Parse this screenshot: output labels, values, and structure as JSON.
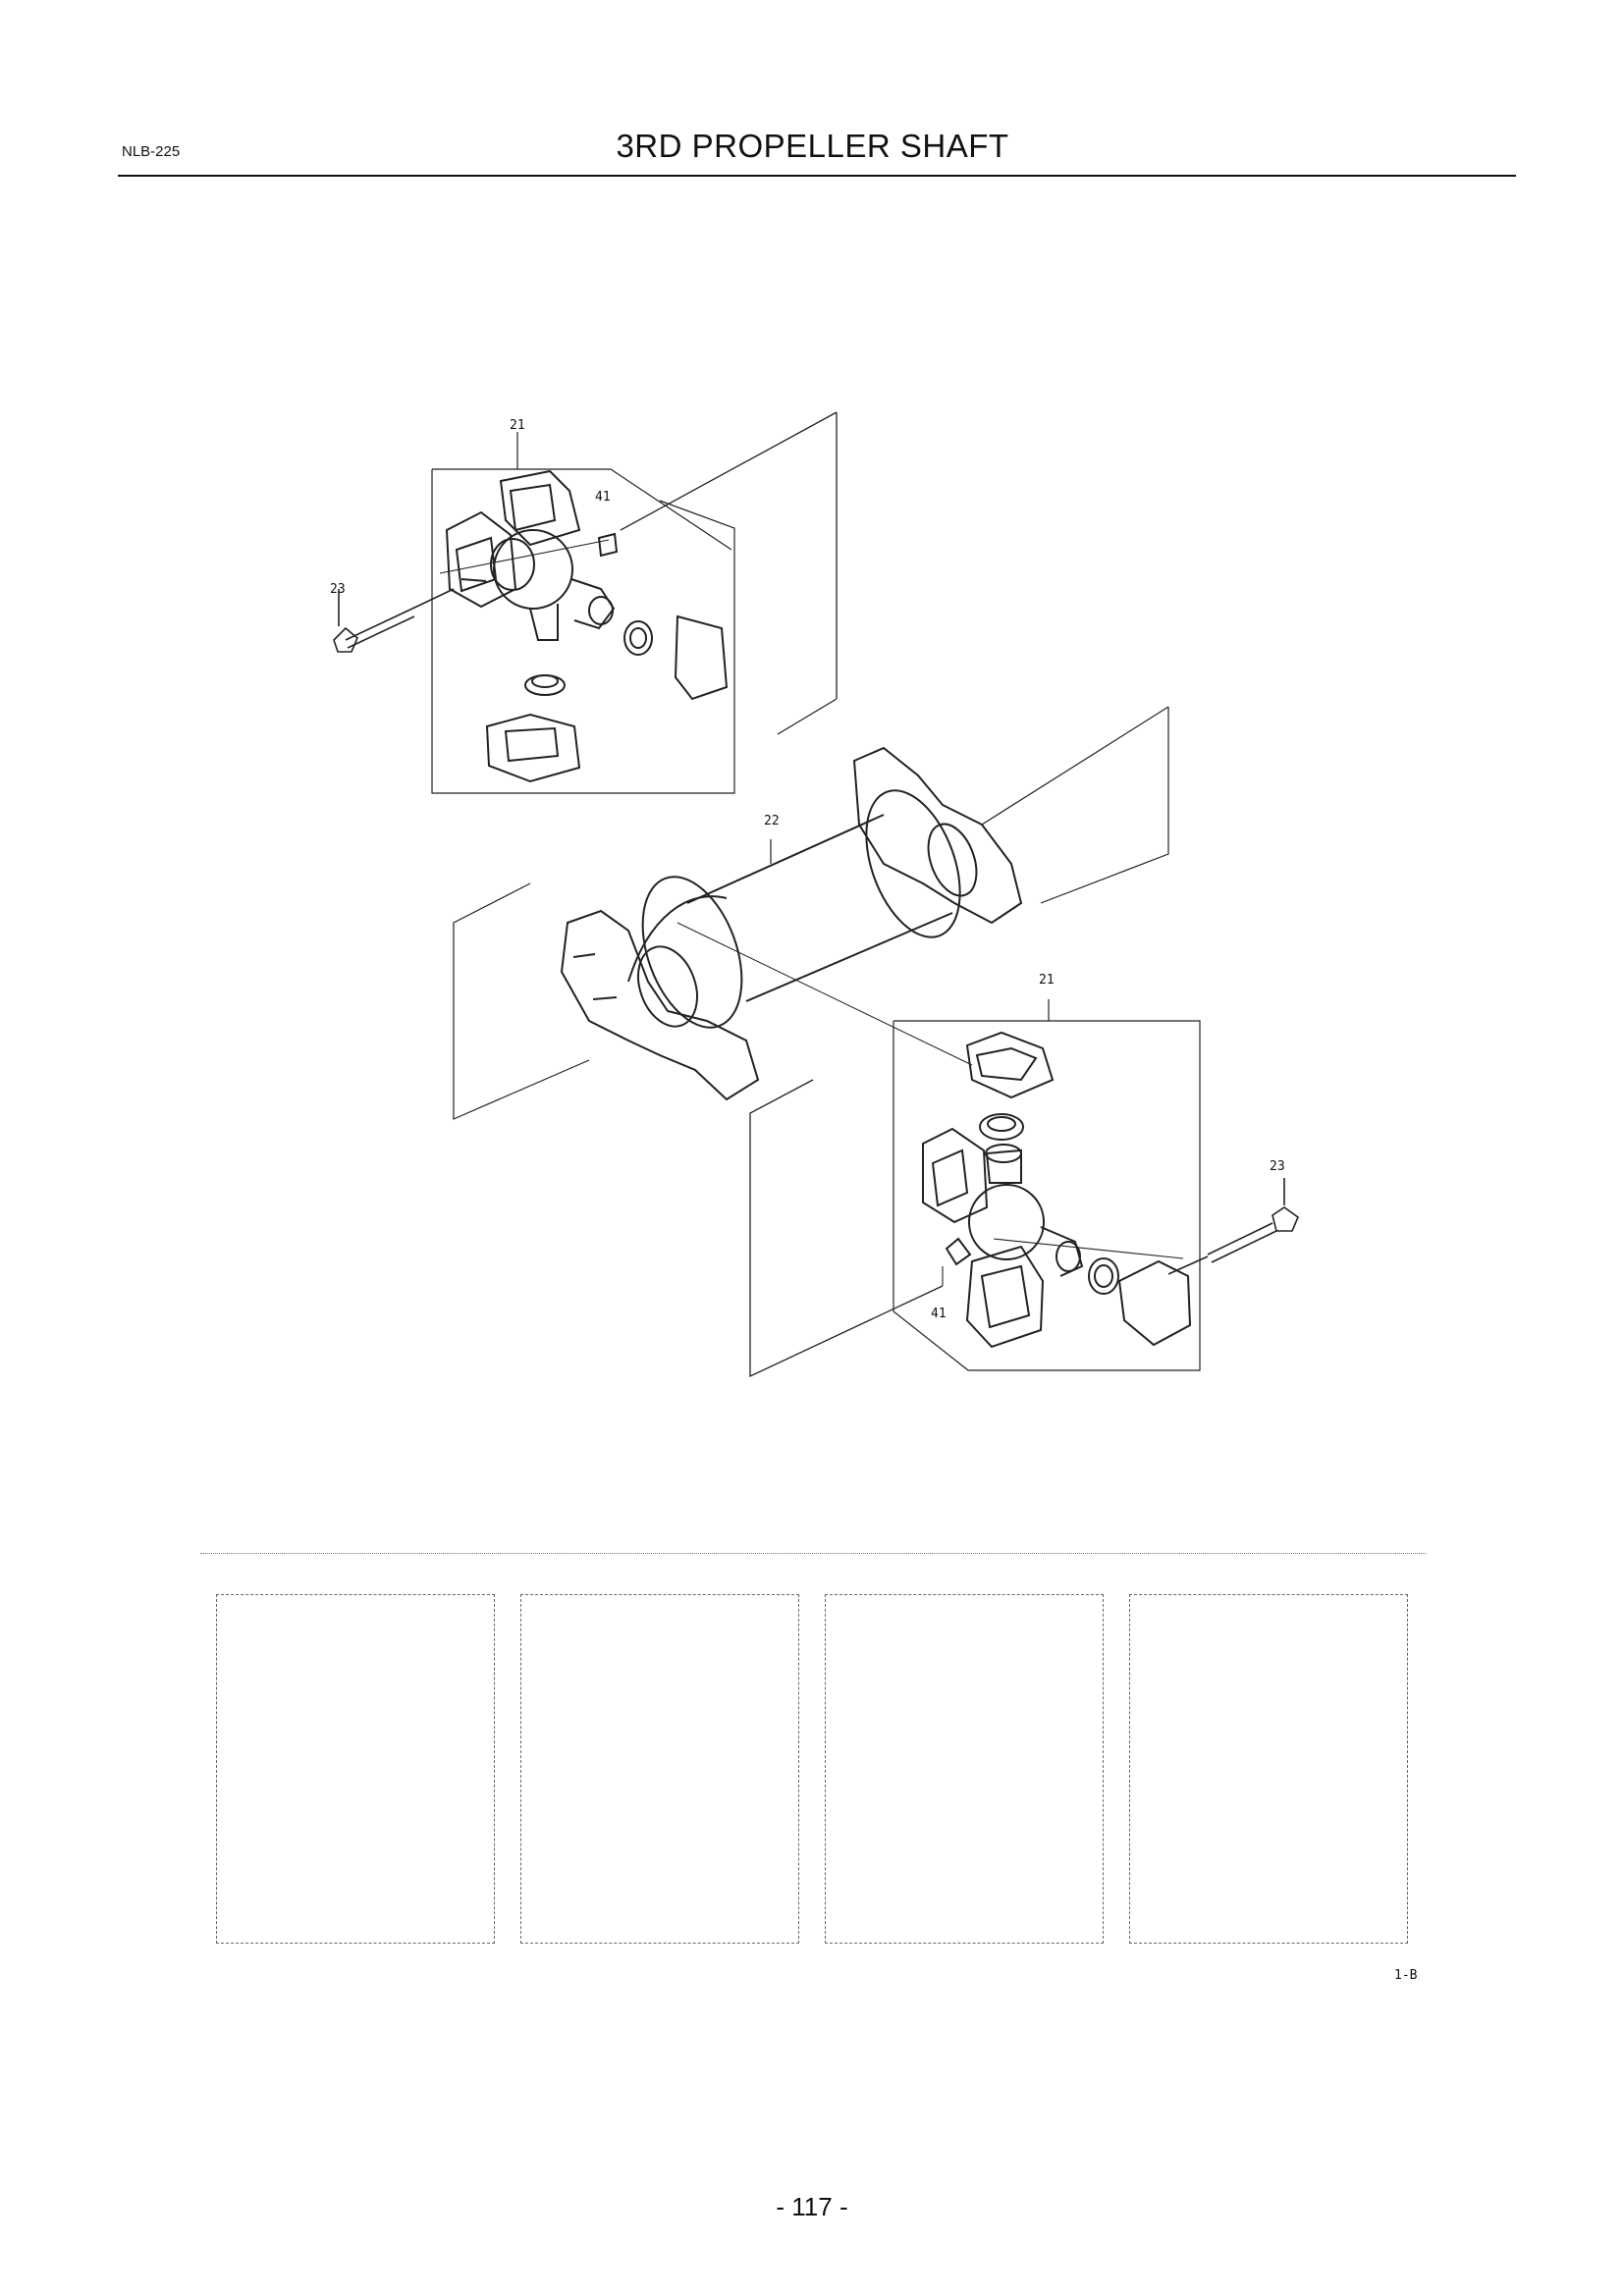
{
  "header": {
    "doc_code": "NLB-225",
    "title": "3RD PROPELLER SHAFT"
  },
  "diagram": {
    "callouts": [
      "21",
      "41",
      "23",
      "22",
      "21",
      "23",
      "41"
    ]
  },
  "figure_code": "1-B",
  "page_number": "- 117 -"
}
